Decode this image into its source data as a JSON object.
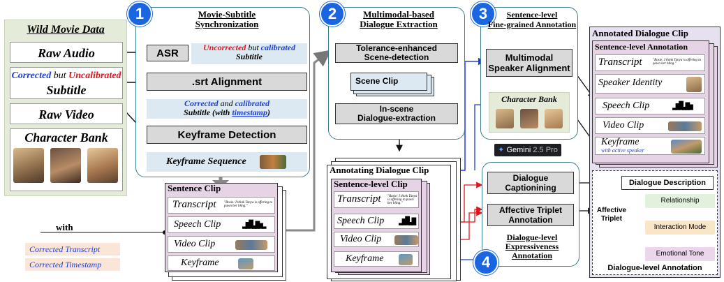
{
  "wild": {
    "title": "Wild Movie Data",
    "raw_audio": "Raw Audio",
    "subtitle_line1_corrected": "Corrected",
    "subtitle_line1_but": " but ",
    "subtitle_line1_uncalibrated": "Uncalibrated",
    "subtitle_line2": "Subtitle",
    "raw_video": "Raw Video",
    "character_bank": "Character Bank"
  },
  "step1": {
    "number": "1",
    "title_line1": "Movie-Subtitle",
    "title_line2": "Synchronization",
    "asr": "ASR",
    "uncorrected": "Uncorrected",
    "but": " but ",
    "calibrated": "calibrated",
    "subtitle": "Subtitle",
    "srt": ".srt Alignment",
    "corrected2": "Corrected",
    "and": " and ",
    "calibrated2": "calibrated",
    "subtitle_with": "Subtitle (with ",
    "timestamp": "timestamp",
    "close_paren": ")",
    "keyframe_detection": "Keyframe Detection",
    "keyframe_sequence": "Keyframe Sequence"
  },
  "sentence_clip": {
    "title": "Sentence Clip",
    "transcript": "Transcript",
    "transcript_quote": "\"Rosie: I think Tanya is offering to pawn her bling.\"",
    "speech_clip": "Speech Clip",
    "video_clip": "Video Clip",
    "keyframe": "Keyframe"
  },
  "with_block": {
    "with": "with",
    "corrected_transcript": "Corrected Transcript",
    "corrected_timestamp": "Corrected Timestamp"
  },
  "step2": {
    "number": "2",
    "title_line1": "Multimodal-based",
    "title_line2": "Dialogue Extraction",
    "tolerance_line1": "Tolerance-enhanced",
    "tolerance_line2": "Scene-detection",
    "scene_clip": "Scene Clip",
    "inscene_line1": "In-scene",
    "inscene_line2": "Dialogue-extraction"
  },
  "annotating": {
    "title": "Annotating Dialogue Clip",
    "inner_title": "Sentence-level Clip",
    "transcript": "Transcript",
    "transcript_quote": "\"Rosie: I think Tanya is offering to pawn her bling.\"",
    "speech_clip": "Speech Clip",
    "video_clip": "Video Clip",
    "keyframe": "Keyframe"
  },
  "step3": {
    "number": "3",
    "title_line1": "Sentence-level",
    "title_line2": "Fine-grained Annotation",
    "msa_line1": "Multimodal",
    "msa_line2": "Speaker Alignment",
    "character_bank": "Character Bank"
  },
  "gemini": {
    "label": "Gemini",
    "version": "2.5 Pro"
  },
  "step4": {
    "number": "4",
    "dialogue_captioning_line1": "Dialogue",
    "dialogue_captioning_line2": "Captionining",
    "affective_line1": "Affective Triplet",
    "affective_line2": "Annotation",
    "expressiveness_line1": "Dialogue-level",
    "expressiveness_line2": "Expressiveness",
    "expressiveness_line3": "Annotation"
  },
  "annotated": {
    "title": "Annotated Dialogue Clip",
    "sentence_level": "Sentence-level Annotation",
    "transcript": "Transcript",
    "transcript_quote": "\"Rosie: I think Tanya is offering to pawn her bling.\"",
    "speaker_identity": "Speaker Identity",
    "speech_clip": "Speech Clip",
    "video_clip": "Video Clip",
    "keyframe": "Keyframe",
    "with_active_speaker": "with active speaker",
    "dialogue_description": "Dialogue Description",
    "affective_line1": "Affective",
    "affective_line2": "Triplet",
    "relationship": "Relationship",
    "interaction_mode": "Interaction Mode",
    "emotional_tone": "Emotional Tone",
    "dialogue_level": "Dialogue-level Annotation"
  }
}
